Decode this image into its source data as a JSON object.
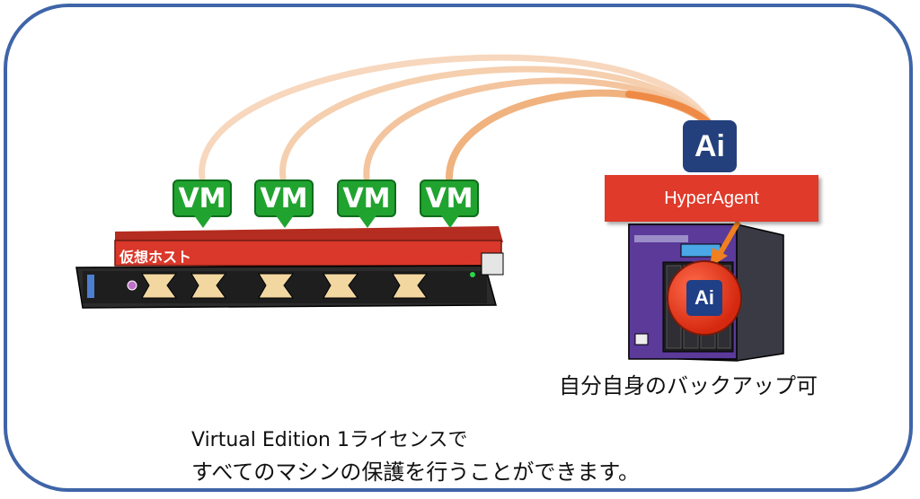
{
  "vm_label": "VM",
  "vm_tags": [
    "VM",
    "VM",
    "VM",
    "VM"
  ],
  "host_label": "仮想ホスト",
  "agent_label": "HyperAgent",
  "agent_icon_text": "Ai",
  "nas_badge_text": "Ai",
  "nas_caption": "自分自身のバックアップ可",
  "summary_line1": "Virtual Edition 1ライセンスで",
  "summary_line2": "すべてのマシンの保護を行うことができます。",
  "colors": {
    "frame": "#3f64a8",
    "vm_green": "#21a330",
    "host_red": "#d9382a",
    "agent_red": "#e03a2a",
    "arc": "#f4c9a6",
    "nas_body": "#2a2a33",
    "nas_purple": "#5b3a9a"
  },
  "icons": [
    "ai-logo-icon",
    "arrow-icon",
    "server-icon",
    "nas-icon"
  ]
}
